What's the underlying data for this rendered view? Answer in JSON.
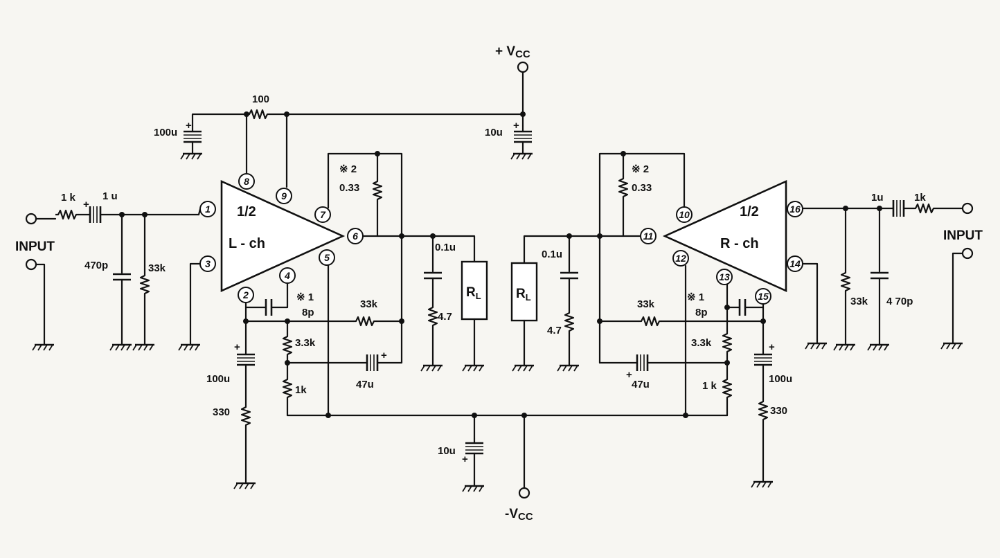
{
  "supplies": {
    "pos": "+ V",
    "pos_sub": "CC",
    "neg": "-V",
    "neg_sub": "CC"
  },
  "inputs": {
    "left": "INPUT",
    "right": "INPUT"
  },
  "amps": {
    "left": {
      "fraction": "1/2",
      "channel": "L - ch"
    },
    "right": {
      "fraction": "1/2",
      "channel": "R - ch"
    }
  },
  "pins": {
    "p1": "1",
    "p2": "2",
    "p3": "3",
    "p4": "4",
    "p5": "5",
    "p6": "6",
    "p7": "7",
    "p8": "8",
    "p9": "9",
    "p10": "10",
    "p11": "11",
    "p12": "12",
    "p13": "13",
    "p14": "14",
    "p15": "15",
    "p16": "16"
  },
  "notes": {
    "n1": "※ 1",
    "n2": "※ 2"
  },
  "loads": {
    "left_main": "R",
    "left_sub": "L",
    "right_main": "R",
    "right_sub": "L"
  },
  "components": {
    "c100u_top": "100u",
    "r100": "100",
    "c10u_top": "10u",
    "r1k_in_l": "1 k",
    "c1u_in_l": "1 u",
    "c470p_l": "470p",
    "r33k_in_l": "33k",
    "r033_l": "0.33",
    "c8p_l": "8p",
    "r33k_fb_l": "33k",
    "r33k_fb_l_label": "33k",
    "r3k3_l": "3.3k",
    "c47u_l": "47u",
    "r1k_l": "1k",
    "c100u_l": "100u",
    "r330_l": "330",
    "c01u_l": "0.1u",
    "r47_l": "4.7",
    "c10u_bot": "10u",
    "c01u_r": "0.1u",
    "r47_r": "4.7",
    "r033_r": "0.33",
    "c8p_r": "8p",
    "r33k_fb_r": "33k",
    "r3k3_r": "3.3k",
    "c47u_r": "47u",
    "r1k_r": "1 k",
    "c100u_r": "100u",
    "r330_r": "330",
    "c1u_in_r": "1u",
    "r1k_in_r": "1k",
    "r33k_in_r": "33k",
    "c470p_r": "4 70p"
  }
}
